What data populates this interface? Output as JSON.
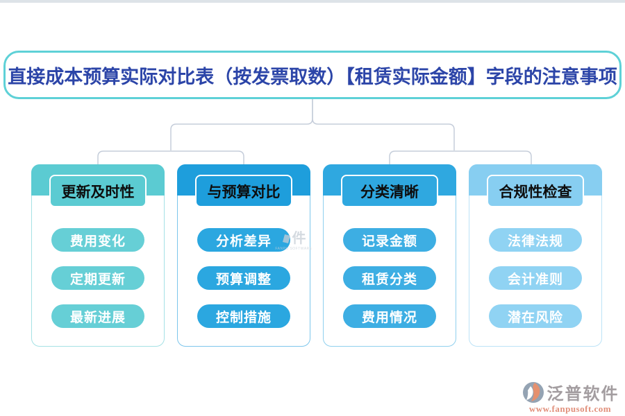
{
  "top_bar_color": "#dde3e8",
  "title": {
    "text": "直接成本预算实际对比表（按发票取数）【租赁实际金额】字段的注意事项",
    "border_color": "#5ED1D7",
    "text_color": "#2C45A8"
  },
  "connector_color": "#C5CDDA",
  "columns": [
    {
      "header": "更新及时性",
      "items": [
        "费用变化",
        "定期更新",
        "最新进展"
      ],
      "theme_color": "#5BCBD2",
      "pill_color": "#66CFD6",
      "border_color": "#A5E1E5"
    },
    {
      "header": "与预算对比",
      "items": [
        "分析差异",
        "预算调整",
        "控制措施"
      ],
      "theme_color": "#1E9EDC",
      "pill_color": "#2BA7E0",
      "border_color": "#7CC6EC"
    },
    {
      "header": "分类清晰",
      "items": [
        "记录金额",
        "租赁分类",
        "费用情况"
      ],
      "theme_color": "#2FA8E0",
      "pill_color": "#3DAEE3",
      "border_color": "#8FD0EE"
    },
    {
      "header": "合规性检查",
      "items": [
        "法律法规",
        "会计准则",
        "潜在风险"
      ],
      "theme_color": "#87CEF1",
      "pill_color": "#90D3F3",
      "border_color": "#BCE3F7"
    }
  ],
  "watermark": {
    "glyph": "件",
    "subtext": "FANPU SOFTWARE"
  },
  "logo": {
    "brand": "泛普软件",
    "website": "www.fanpusoft.com",
    "brand_color": "#A39DA0",
    "website_color": "#E18F7A",
    "icon_base_color": "#94A3B3",
    "icon_accent_color": "#E5906E"
  }
}
